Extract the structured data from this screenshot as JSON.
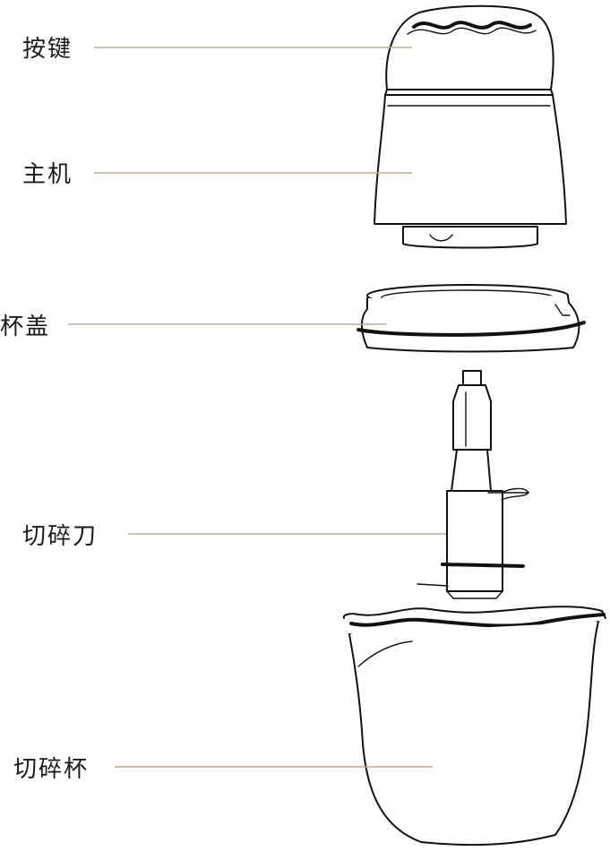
{
  "labels": {
    "button": "按键",
    "main_unit": "主机",
    "cup_lid": "杯盖",
    "blade": "切碎刀",
    "chopping_cup": "切碎杯"
  },
  "colors": {
    "leader_line": "#c2a88a",
    "outline": "#111111",
    "text": "#1a1a1a"
  }
}
